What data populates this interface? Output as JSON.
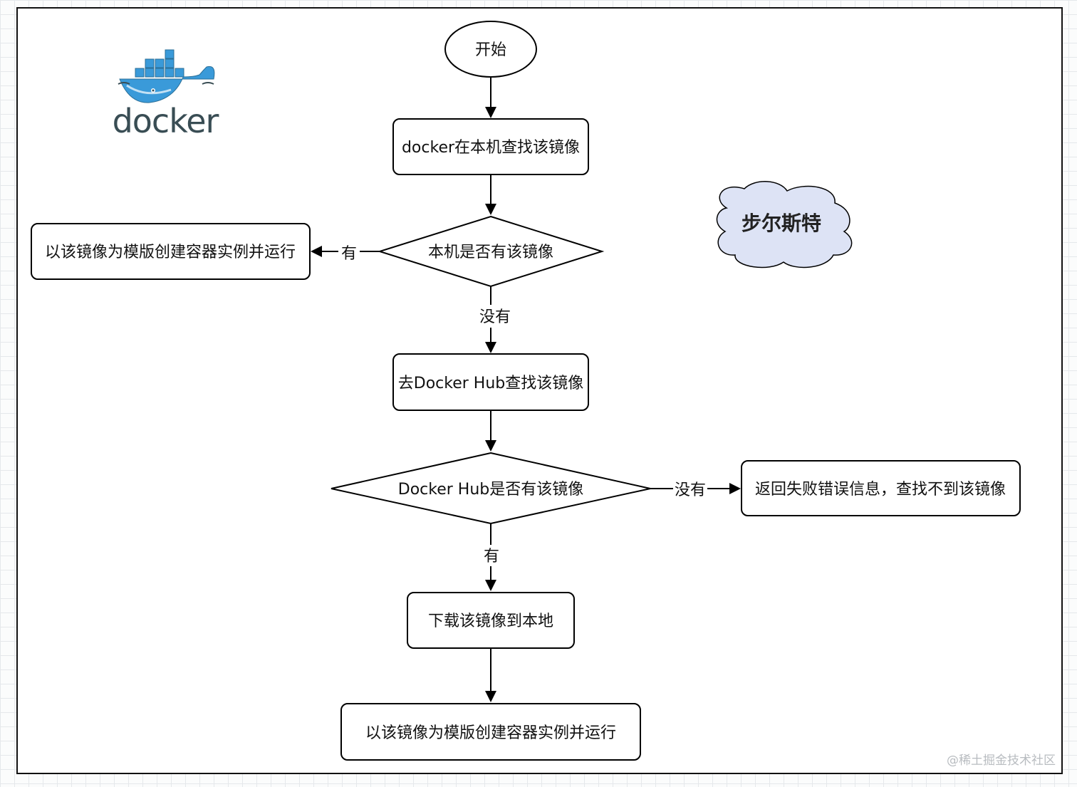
{
  "diagram": {
    "start": "开始",
    "search_local": "docker在本机查找该镜像",
    "local_has_image": "本机是否有该镜像",
    "run_container_left": "以该镜像为模版创建容器实例并运行",
    "search_hub": "去Docker Hub查找该镜像",
    "hub_has_image": "Docker Hub是否有该镜像",
    "return_error": "返回失败错误信息，查找不到该镜像",
    "download_image": "下载该镜像到本地",
    "run_container_bottom": "以该镜像为模版创建容器实例并运行"
  },
  "edges": {
    "local_yes": "有",
    "local_no": "没有",
    "hub_no": "没有",
    "hub_yes": "有"
  },
  "cloud_label": "步尔斯特",
  "logo_text": "docker",
  "watermark": "@稀土掘金技术社区",
  "colors": {
    "docker_blue": "#3a9ad9",
    "docker_dark": "#394d54",
    "cloud_fill": "#dde3f5"
  }
}
